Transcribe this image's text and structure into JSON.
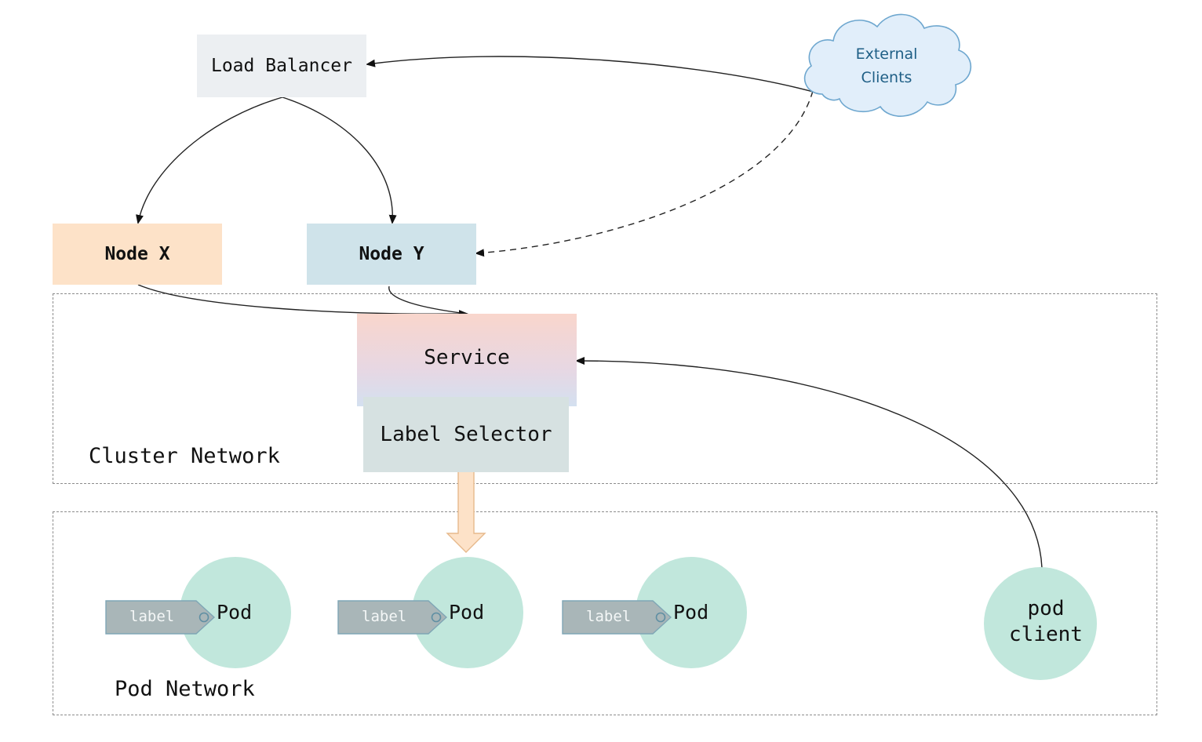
{
  "nodes": {
    "load_balancer": "Load Balancer",
    "node_x": "Node X",
    "node_y": "Node Y",
    "service": "Service",
    "label_selector": "Label Selector",
    "external_clients_line1": "External",
    "external_clients_line2": "Clients"
  },
  "zones": {
    "cluster_network": "Cluster Network",
    "pod_network": "Pod Network"
  },
  "pods": [
    {
      "tag": "label",
      "name": "Pod"
    },
    {
      "tag": "label",
      "name": "Pod"
    },
    {
      "tag": "label",
      "name": "Pod"
    }
  ],
  "pod_client": {
    "line1": "pod",
    "line2": "client"
  },
  "colors": {
    "node_x_fill": "#fde2c8",
    "node_y_fill": "#cfe3ea",
    "pod_fill": "#c1e7dc",
    "tag_fill": "#a9b6b8",
    "cloud_fill": "#e1eefa",
    "cloud_text": "#1f5f86",
    "selector_arrow_fill": "#fde2c8"
  },
  "icons": {
    "cloud": "cloud-icon",
    "tag": "tag-icon",
    "selector_arrow": "down-arrow-icon"
  }
}
